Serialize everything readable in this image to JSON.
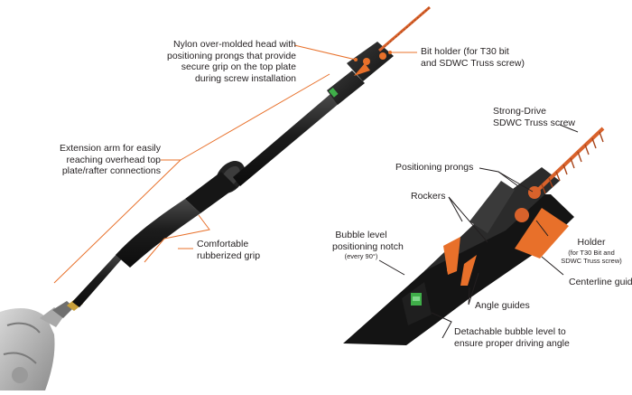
{
  "colors": {
    "leader_orange": "#e8702a",
    "leader_dark": "#231f20",
    "tool_black": "#1c1c1c",
    "tool_highlight": "#4a4a4a",
    "screw_orange": "#d9622b",
    "accent_green": "#3fae49",
    "drill_gray": "#b9b9b9",
    "text": "#231f20"
  },
  "icons": [
    "drill-icon",
    "extension-tool-icon",
    "screw-icon",
    "bubble-level-icon"
  ],
  "callouts": {
    "nylon_head": [
      "Nylon over-molded head with",
      "positioning prongs that provide",
      "secure grip on the top plate",
      "during screw installation"
    ],
    "bit_holder": [
      "Bit holder (for T30 bit",
      "and SDWC Truss screw)"
    ],
    "extension_arm": [
      "Extension arm for easily",
      "reaching overhead top",
      "plate/rafter connections"
    ],
    "grip": [
      "Comfortable",
      "rubberized grip"
    ],
    "screw": [
      "Strong-Drive",
      "SDWC Truss screw"
    ],
    "prongs": "Positioning prongs",
    "rockers": "Rockers",
    "bubble_notch": [
      "Bubble level",
      "positioning notch"
    ],
    "bubble_notch_note": "(every 90°)",
    "holder": "Holder",
    "holder_note": [
      "(for T30 Bit and",
      "SDWC Truss screw)"
    ],
    "centerline": "Centerline guide",
    "angle_guides": "Angle guides",
    "detachable_level": [
      "Detachable bubble level to",
      "ensure proper driving angle"
    ]
  }
}
